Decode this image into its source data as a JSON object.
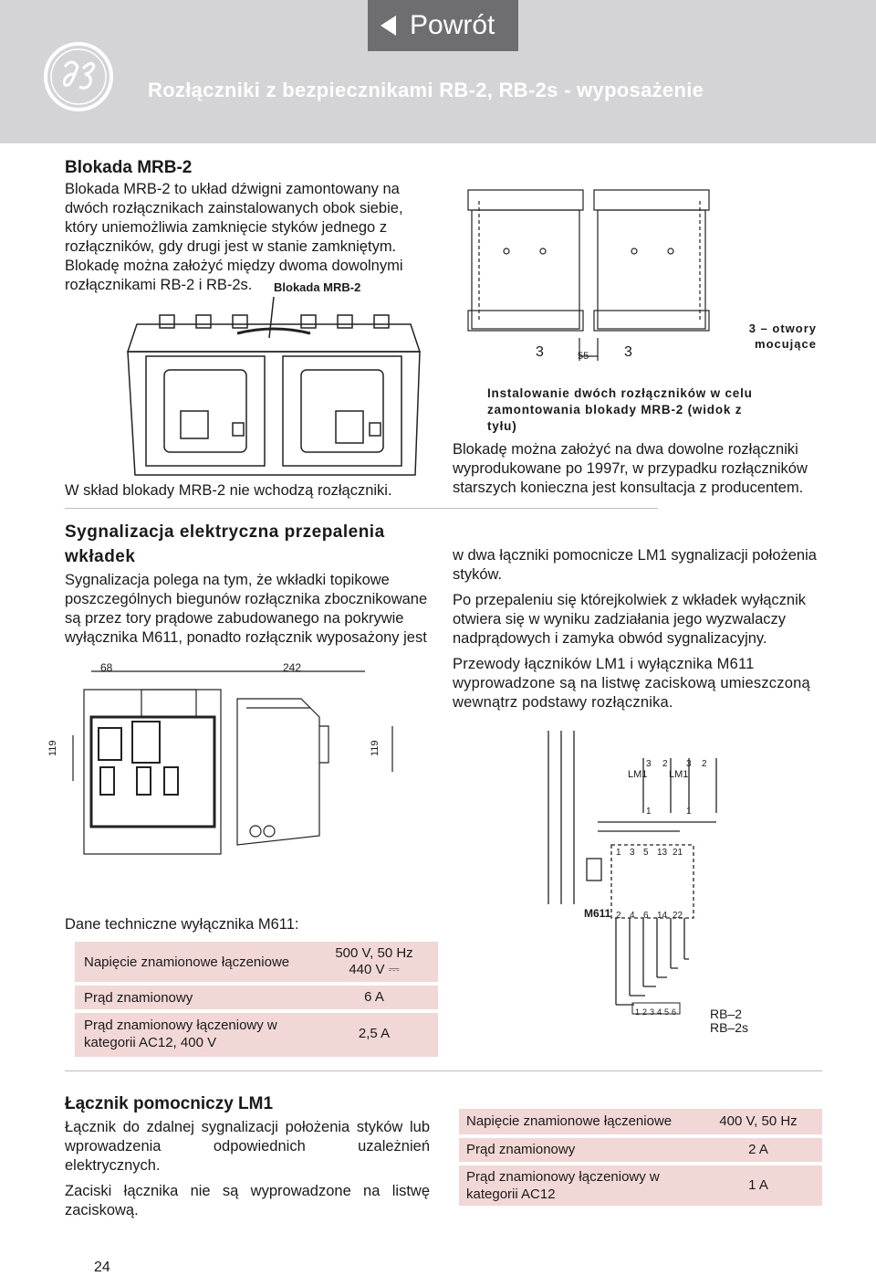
{
  "header": {
    "back_label": "Powrót",
    "title": "Rozłączniki z bezpiecznikami RB-2, RB-2s - wyposażenie"
  },
  "blokada": {
    "heading": "Blokada MRB-2",
    "body": "Blokada MRB-2 to układ dźwigni zamontowany na dwóch rozłącznikach zainstalowanych obok siebie, który uniemożliwia zamknięcie styków jednego z rozłączników, gdy drugi jest w stanie zamkniętym. Blokadę można założyć między dwoma dowolnymi rozłącznikami RB-2 i RB-2s.",
    "figure_label": "Blokada MRB-2",
    "note": "W skład blokady MRB-2 nie wchodzą rozłączniki.",
    "holes_caption": "3 – otwory mocujące",
    "dim_55": "55",
    "dim_3a": "3",
    "dim_3b": "3",
    "install_caption": "Instalowanie dwóch rozłączników w celu zamontowania blokady MRB-2 (widok z tyłu)",
    "install_text": "Blokadę można założyć na dwa dowolne rozłączniki wyprodukowane po 1997r, w przypadku rozłączników starszych konieczna jest konsultacja z producentem."
  },
  "sygnalizacja": {
    "heading": "Sygnalizacja elektryczna przepalenia wkładek",
    "body1": "Sygnalizacja polega na tym, że wkładki topikowe poszczególnych biegunów rozłącznika zbocznikowane są przez tory prądowe zabudowanego na pokrywie wyłącznika M611, ponadto rozłącznik wyposażony jest",
    "body2": "w dwa łączniki pomocnicze LM1 sygnalizacji położenia styków.",
    "body3": "Po przepaleniu się którejkolwiek z wkładek wyłącznik otwiera się w wyniku zadziałania jego wyzwalaczy nadprądowych i zamyka obwód sygnalizacyjny.",
    "body4": "Przewody łączników LM1 i wyłącznika M611 wyprowadzone są na listwę zaciskową umieszczoną wewnątrz podstawy rozłącznika.",
    "dim_68": "68",
    "dim_242": "242",
    "dim_119a": "119",
    "dim_119b": "119"
  },
  "schematic": {
    "lm1_a": "LM1",
    "lm1_b": "LM1",
    "m611": "M611",
    "top_terms": [
      "1",
      "3",
      "5",
      "13",
      "21"
    ],
    "bot_terms": [
      "2",
      "4",
      "6",
      "14",
      "22"
    ],
    "strip_terms": [
      "1",
      "2",
      "3",
      "4",
      "5",
      "6"
    ],
    "rb_label1": "RB–2",
    "rb_label2": "RB–2s",
    "sw_nums": [
      "3",
      "2",
      "3",
      "2",
      "1",
      "1"
    ]
  },
  "m611_table": {
    "caption": "Dane techniczne wyłącznika M611:",
    "rows": [
      {
        "label": "Napięcie znamionowe łączeniowe",
        "value": "500 V, 50 Hz",
        "value2": "440 V ⎓"
      },
      {
        "label": "Prąd znamionowy",
        "value": "6 A"
      },
      {
        "label": "Prąd znamionowy łączeniowy w",
        "label2": "kategorii AC12, 400 V",
        "value": "2,5 A"
      }
    ]
  },
  "lacznik": {
    "heading": "Łącznik pomocniczy LM1",
    "body1": "Łącznik do zdalnej sygnalizacji położenia styków lub wprowadzenia odpowiednich uzależnień elektrycznych.",
    "body2": "Zaciski łącznika nie są wyprowadzone na listwę zaciskową."
  },
  "lm1_table": {
    "rows": [
      {
        "label": "Napięcie znamionowe łączeniowe",
        "value": "400 V, 50 Hz"
      },
      {
        "label": "Prąd znamionowy",
        "value": "2 A"
      },
      {
        "label": "Prąd znamionowy łączeniowy w",
        "label2": "kategorii AC12",
        "value": "1 A"
      }
    ]
  },
  "page_number": "24",
  "colors": {
    "header_bg": "#d4d4d6",
    "back_bg": "#6e6e70",
    "table_row": "#f2d7d7"
  }
}
